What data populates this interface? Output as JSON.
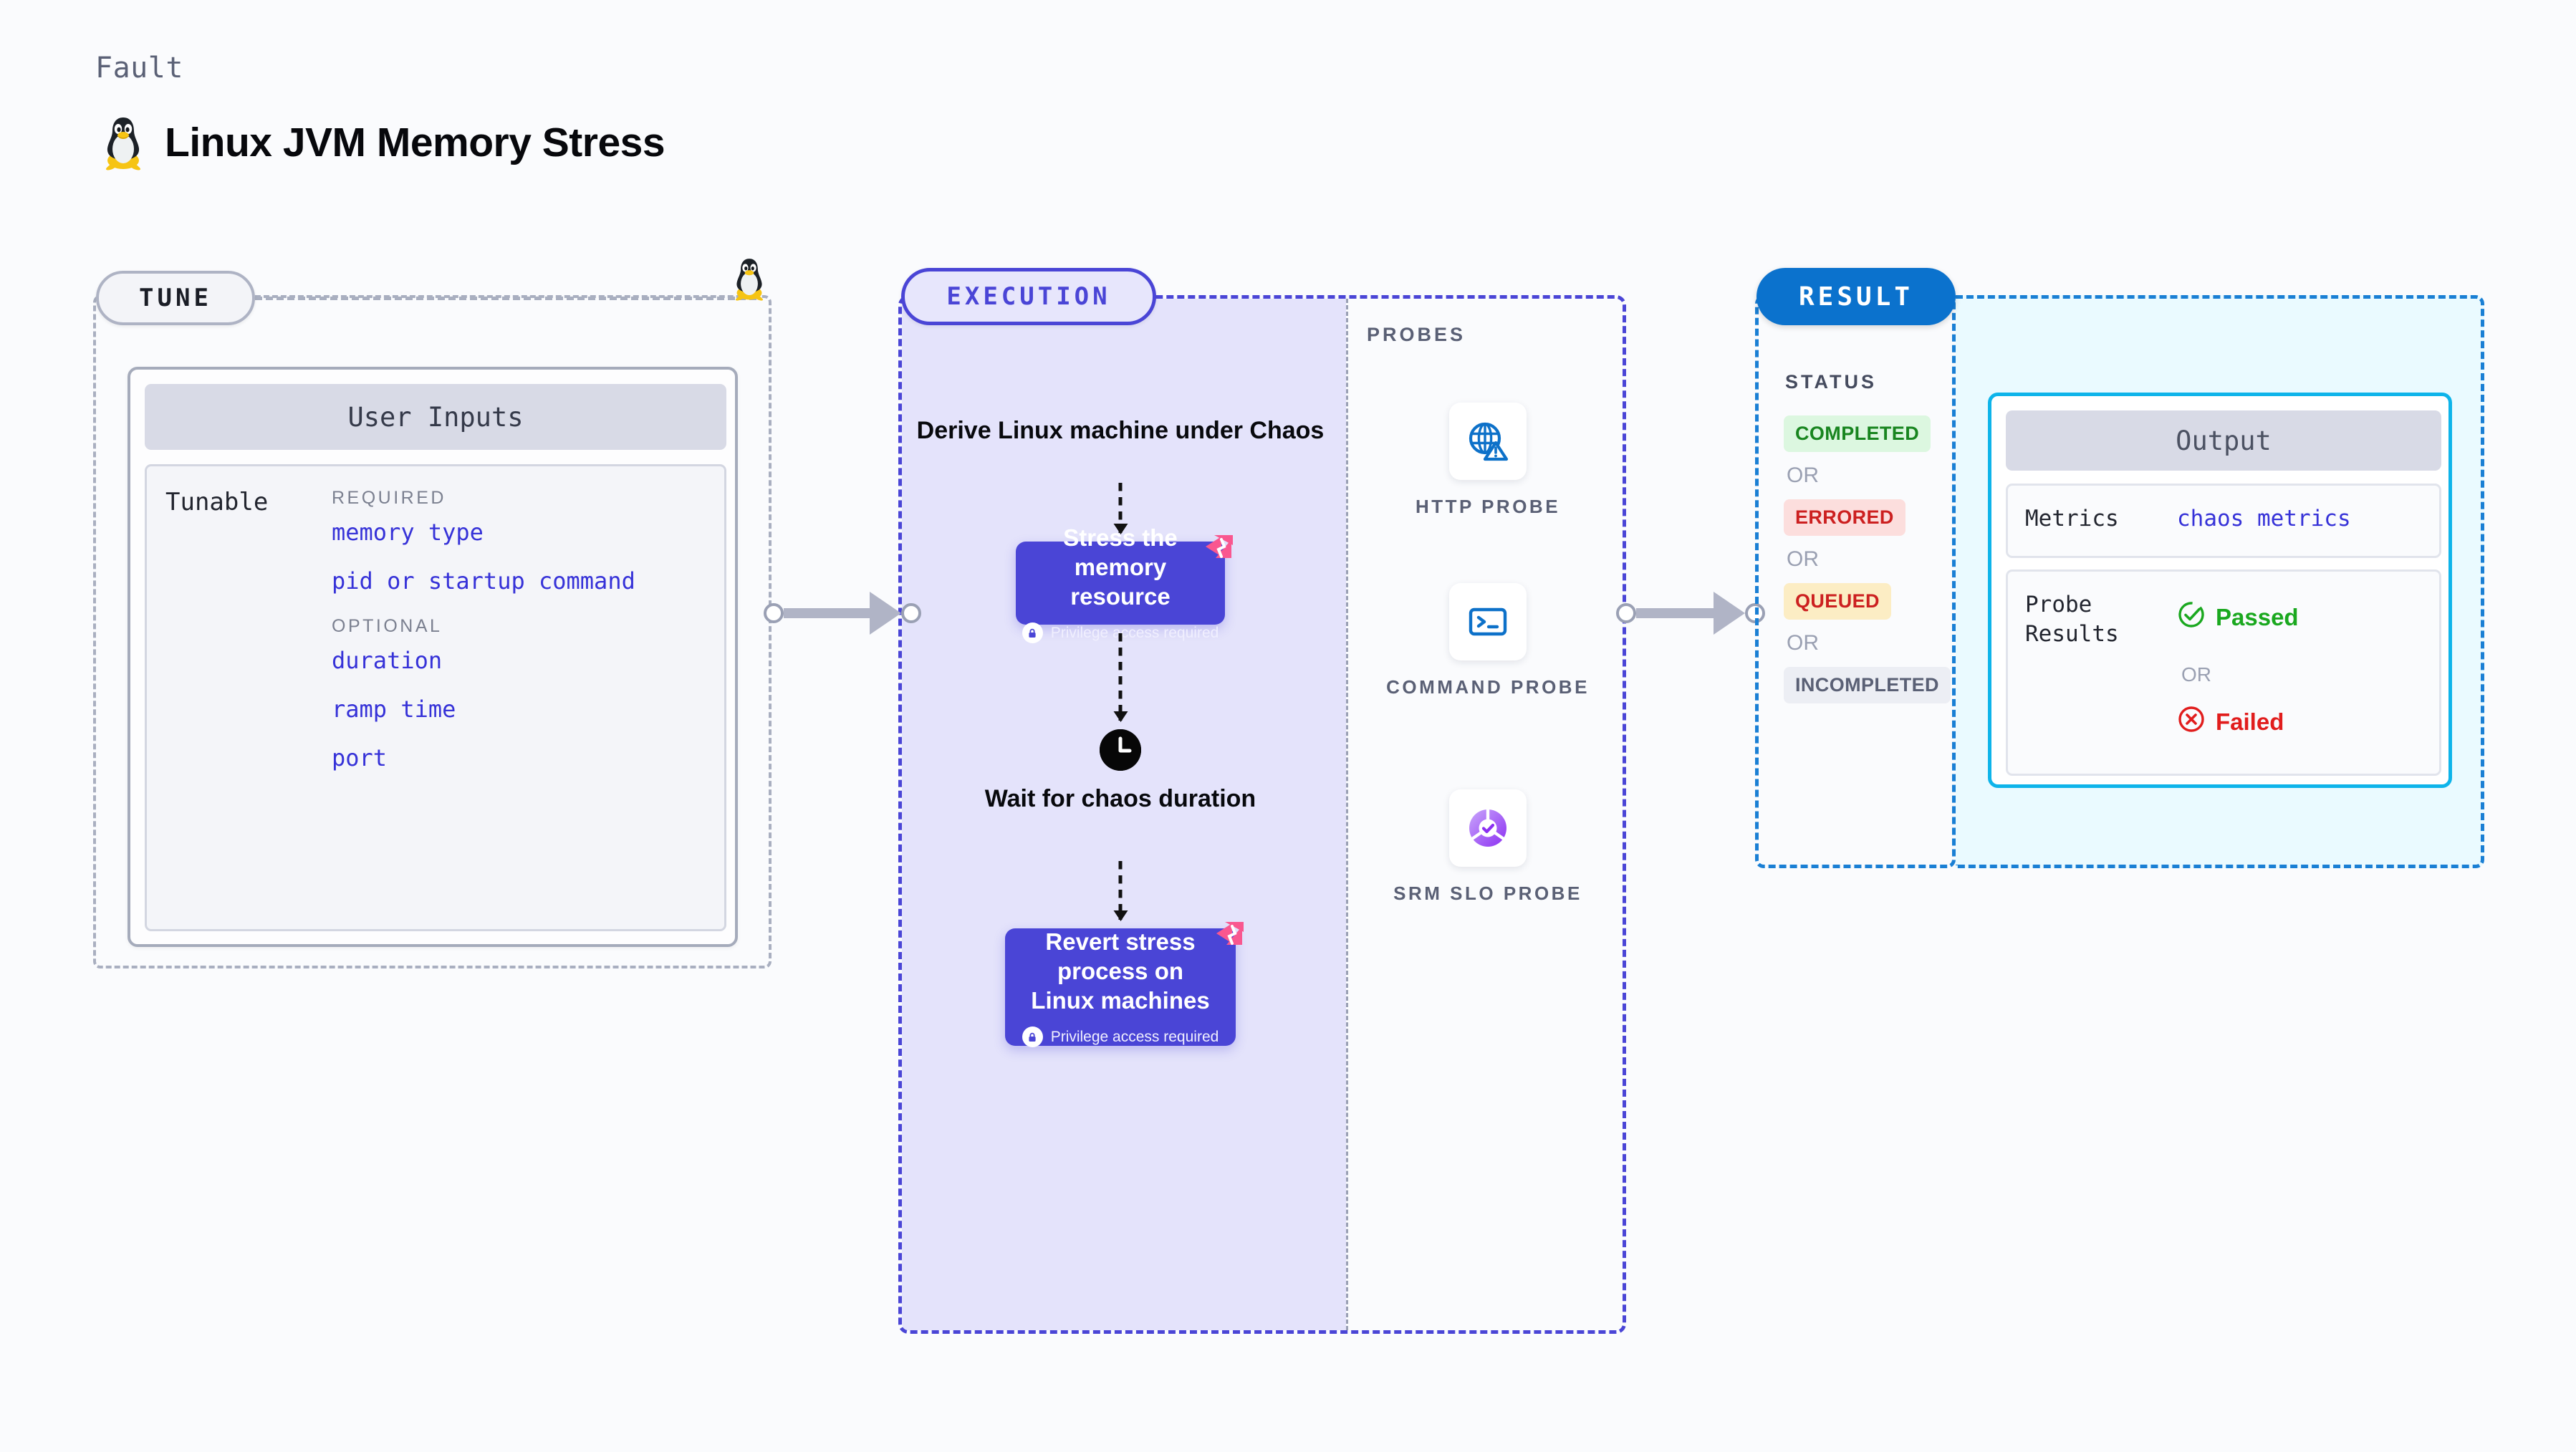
{
  "header": {
    "eyebrow": "Fault",
    "title": "Linux JVM Memory Stress",
    "icon": "linux-tux-icon"
  },
  "tune": {
    "badge": "TUNE",
    "card_header": "User Inputs",
    "row_label": "Tunable",
    "groups": [
      {
        "label": "REQUIRED",
        "items": [
          "memory type",
          "pid or startup command"
        ]
      },
      {
        "label": "OPTIONAL",
        "items": [
          "duration",
          "ramp time",
          "port"
        ]
      }
    ]
  },
  "execution": {
    "badge": "EXECUTION",
    "steps": [
      {
        "kind": "text",
        "label": "Derive Linux machine under Chaos"
      },
      {
        "kind": "card",
        "label": "Stress the memory resource",
        "privilege": "Privilege access required",
        "chaos_icon": "litmus-chaos-icon"
      },
      {
        "kind": "clock",
        "label": "Wait for chaos duration",
        "icon": "clock-icon"
      },
      {
        "kind": "card",
        "label": "Revert stress process on Linux machines",
        "privilege": "Privilege access required",
        "chaos_icon": "litmus-chaos-icon"
      }
    ]
  },
  "probes": {
    "heading": "PROBES",
    "items": [
      {
        "name": "HTTP PROBE",
        "icon": "globe-warning-icon"
      },
      {
        "name": "COMMAND PROBE",
        "icon": "terminal-icon"
      },
      {
        "name": "SRM SLO PROBE",
        "icon": "slo-donut-check-icon"
      }
    ]
  },
  "result": {
    "badge": "RESULT",
    "status_heading": "STATUS",
    "or_label": "OR",
    "statuses": [
      {
        "label": "COMPLETED",
        "style": "completed"
      },
      {
        "label": "ERRORED",
        "style": "errored"
      },
      {
        "label": "QUEUED",
        "style": "queued"
      },
      {
        "label": "INCOMPLETED",
        "style": "incomplete"
      }
    ]
  },
  "output": {
    "header": "Output",
    "metrics_key": "Metrics",
    "metrics_value": "chaos metrics",
    "probe_results_key": "Probe\nResults",
    "probe_results_key_line1": "Probe",
    "probe_results_key_line2": "Results",
    "passed_label": "Passed",
    "failed_label": "Failed",
    "or_label": "OR",
    "passed_icon": "check-circle-icon",
    "failed_icon": "x-circle-icon"
  },
  "colors": {
    "accent_purple": "#4a45d6",
    "accent_blue": "#0b72cd",
    "accent_cyan": "#0eb4ea",
    "chaos_pink": "#f9578f",
    "success_green": "#1aa81f",
    "error_red": "#e11d1d",
    "mono_link": "#3632d8",
    "page_bg": "#fafbfd"
  }
}
